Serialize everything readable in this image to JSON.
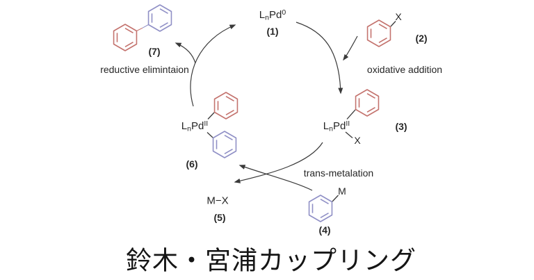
{
  "title": "鈴木・宮浦カップリング",
  "colors": {
    "aryl_red": "#c4736e",
    "aryl_blue": "#9090c6",
    "line": "#3a3a3a"
  },
  "species": {
    "pd0": {
      "l": "L",
      "n": "n",
      "pd": "Pd",
      "ox": "0",
      "number": "(1)"
    },
    "aryl_halide": {
      "x": "X",
      "number": "(2)"
    },
    "arylpd_halide": {
      "l": "L",
      "n": "n",
      "pd": "Pd",
      "ox": "II",
      "x": "X",
      "number": "(3)"
    },
    "aryl_metal": {
      "m": "M",
      "number": "(4)"
    },
    "metal_halide": {
      "formula": "M−X",
      "number": "(5)"
    },
    "diarylpd": {
      "l": "L",
      "n": "n",
      "pd": "Pd",
      "ox": "II",
      "number": "(6)"
    },
    "biaryl": {
      "number": "(7)"
    }
  },
  "steps": {
    "oxidative_addition": "oxidative addition",
    "transmetalation": "trans-metalation",
    "reductive_elimination": "reductive elimintaion"
  }
}
